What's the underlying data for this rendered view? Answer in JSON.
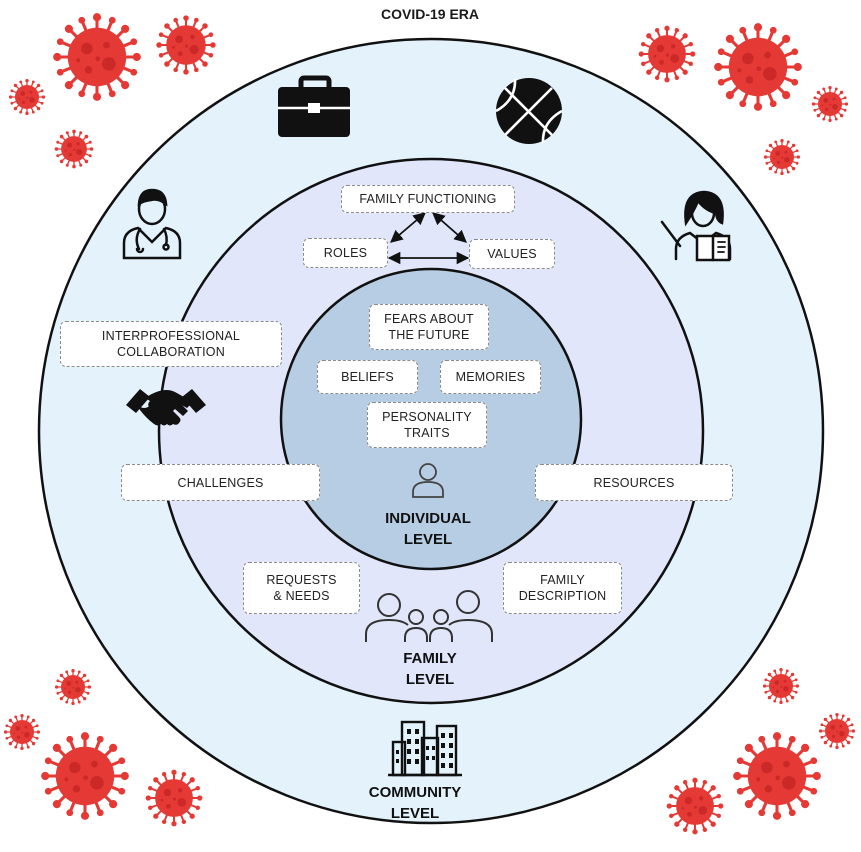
{
  "title": "COVID-19 ERA",
  "levels": {
    "community": "COMMUNITY\nLEVEL",
    "family": "FAMILY\nLEVEL",
    "individual": "INDIVIDUAL\nLEVEL"
  },
  "family_functioning": {
    "functioning": "FAMILY FUNCTIONING",
    "roles": "ROLES",
    "values": "VALUES"
  },
  "individual_items": {
    "fears": "FEARS ABOUT\nTHE FUTURE",
    "beliefs": "BELIEFS",
    "memories": "MEMORIES",
    "personality": "PERSONALITY\nTRAITS"
  },
  "family_items": {
    "challenges": "CHALLENGES",
    "resources": "RESOURCES",
    "requests": "REQUESTS\n& NEEDS",
    "description": "FAMILY\nDESCRIPTION"
  },
  "community_items": {
    "collaboration": "INTERPROFESSIONAL\nCOLLABORATION"
  },
  "icons": [
    "virus-icon",
    "briefcase-icon",
    "basketball-icon",
    "doctor-icon",
    "teacher-icon",
    "handshake-icon",
    "person-icon",
    "family-icon",
    "buildings-icon"
  ],
  "colors": {
    "community_ring": "#e3f2fb",
    "family_ring": "#e2e6fa",
    "individual_core": "#b7cde3",
    "virus": "#e53935",
    "outline": "#1a1a1a"
  }
}
